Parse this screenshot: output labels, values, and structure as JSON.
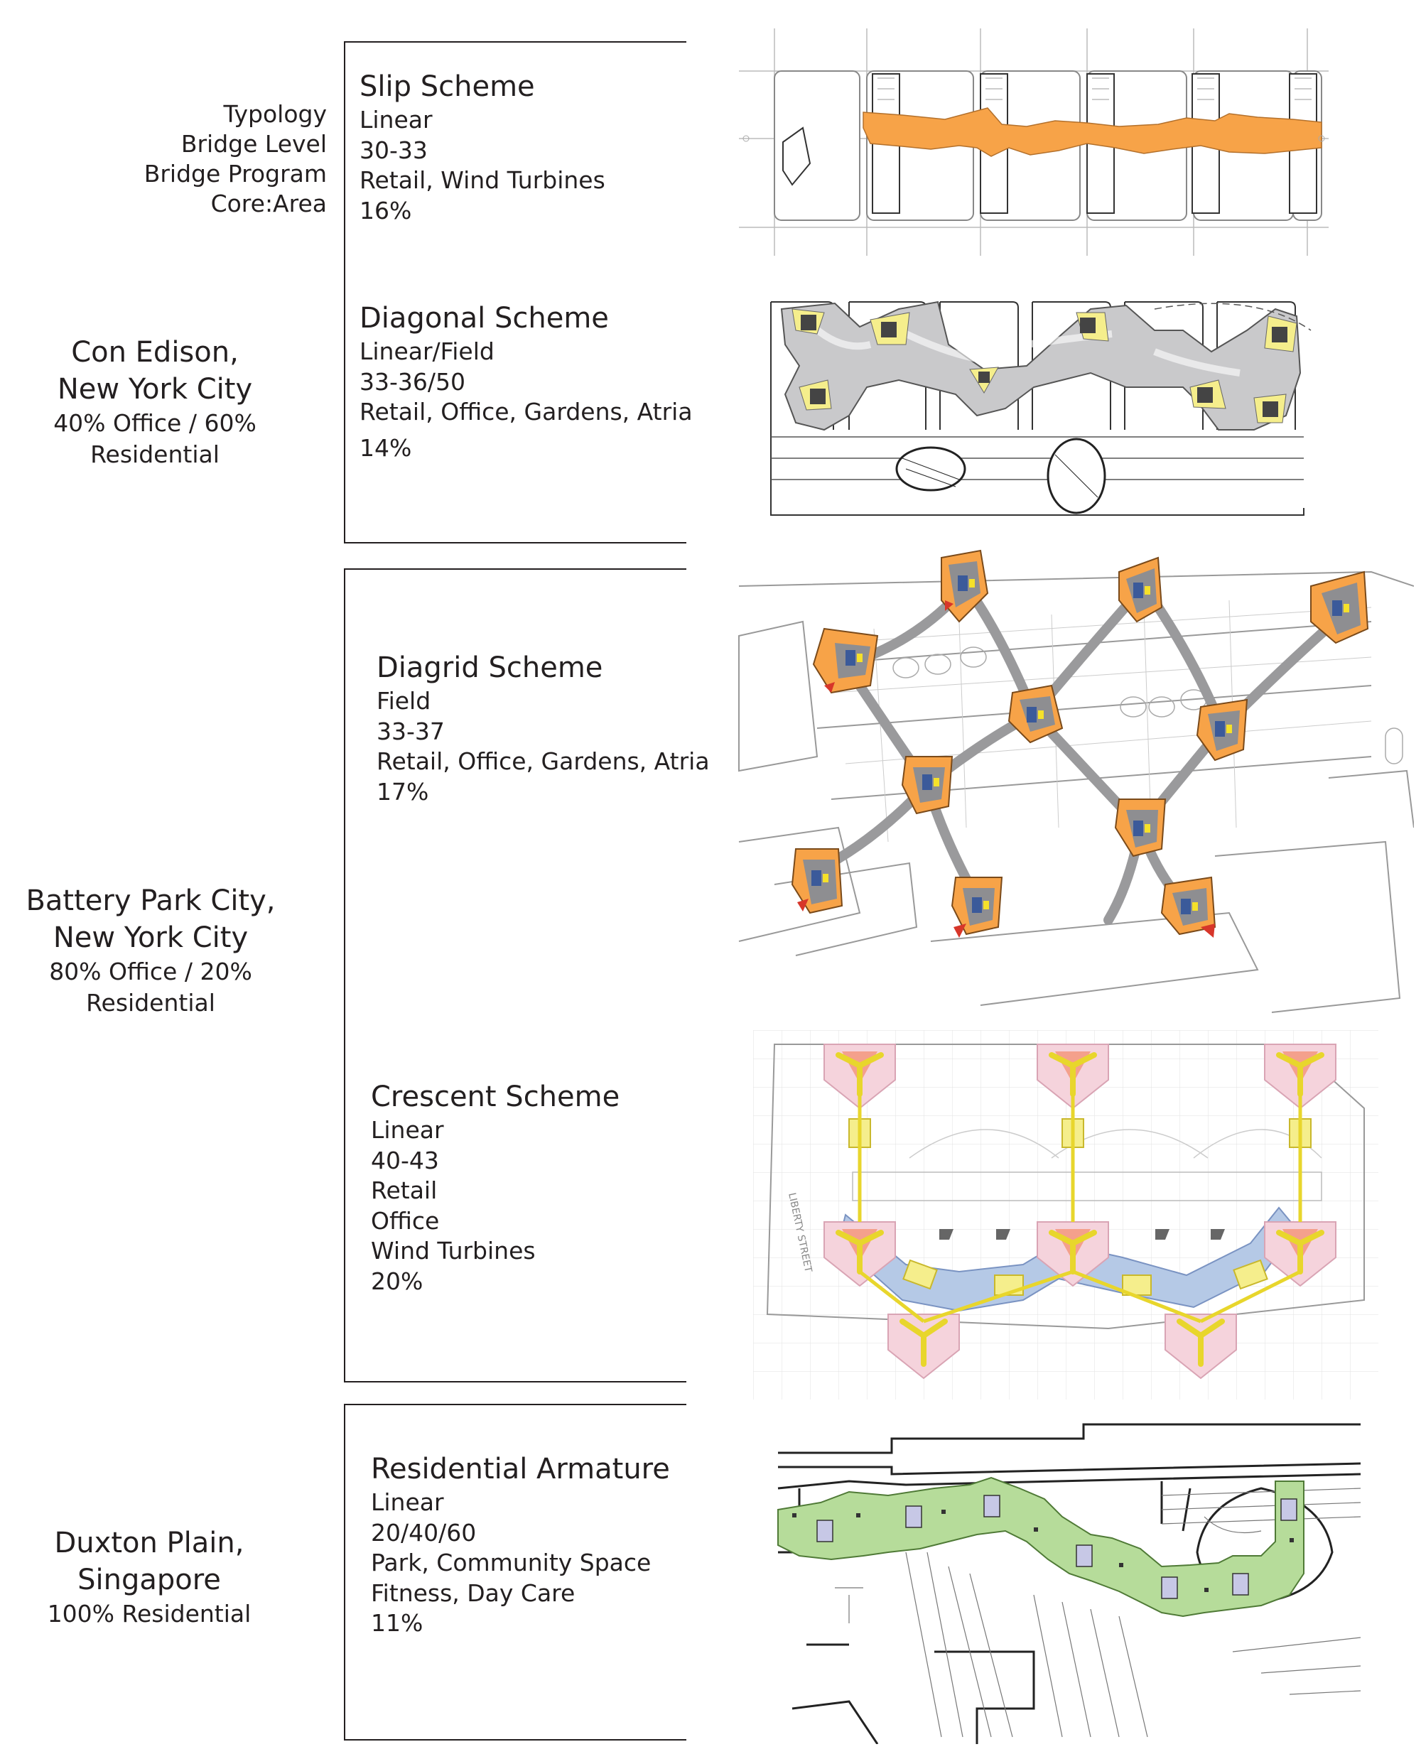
{
  "legend": {
    "typology": "Typology",
    "bridge_level": "Bridge Level",
    "bridge_program": "Bridge Program",
    "core_area": "Core:Area"
  },
  "sites": [
    {
      "line1": "Con Edison,",
      "line2": "New York City",
      "mix": "40% Office / 60% Residential"
    },
    {
      "line1": "Battery Park City,",
      "line2": "New York City",
      "mix": "80% Office / 20% Residential"
    },
    {
      "line1": "Duxton Plain,",
      "line2": "Singapore",
      "mix": "100% Residential"
    }
  ],
  "schemes": [
    {
      "title": "Slip Scheme",
      "lines": [
        "Linear",
        "30-33",
        "Retail, Wind Turbines",
        "16%"
      ]
    },
    {
      "title": "Diagonal Scheme",
      "lines": [
        "Linear/Field",
        "33-36/50",
        "Retail, Office, Gardens, Atria",
        "14%"
      ]
    },
    {
      "title": "Diagrid Scheme",
      "lines": [
        "Field",
        "33-37",
        "Retail, Office, Gardens, Atria",
        "17%"
      ]
    },
    {
      "title": "Crescent Scheme",
      "lines": [
        "Linear",
        "40-43",
        "Retail",
        "Office",
        "Wind Turbines",
        "20%"
      ]
    },
    {
      "title": "Residential Armature",
      "lines": [
        "Linear",
        "20/40/60",
        "Park, Community Space",
        "Fitness, Day Care",
        "11%"
      ]
    }
  ],
  "plans": {
    "crescent_street_label": "LIBERTY STREET"
  },
  "colors": {
    "orange": "#f7a348",
    "gray": "#c9c9cb",
    "yellow": "#f5ee8c",
    "pink": "#f5d3dc",
    "blue": "#b5c9e6",
    "green": "#b6dc9a",
    "lavender": "#c7c8e6"
  }
}
